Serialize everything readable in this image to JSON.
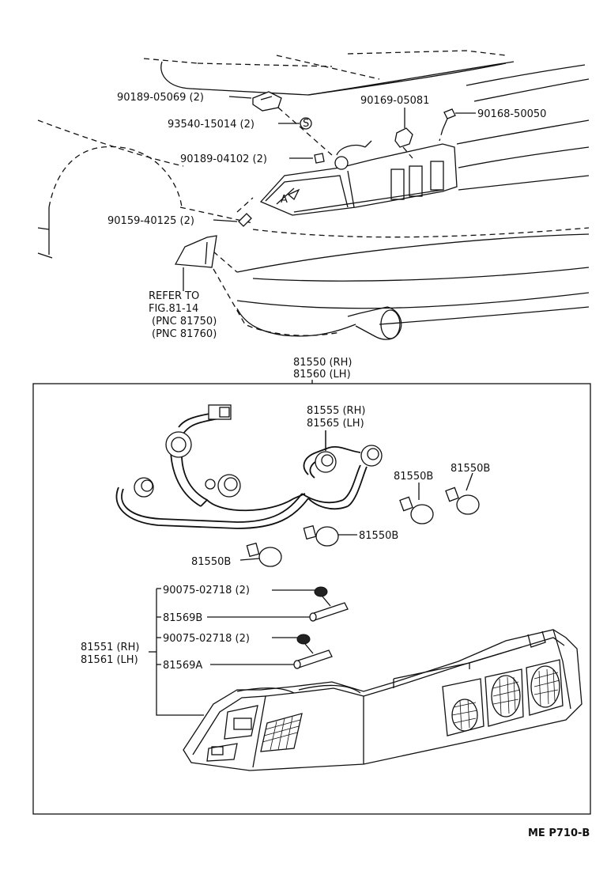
{
  "labels": {
    "p90189_05069": "90189-05069 (2)",
    "p93540_15014": "93540-15014 (2)",
    "p90189_04102": "90189-04102 (2)",
    "p90159_40125": "90159-40125 (2)",
    "p90169_05081": "90169-05081",
    "p90168_50050": "90168-50050",
    "refer_line1": "REFER TO",
    "refer_line2": "FIG.81-14",
    "refer_line3": "(PNC 81750)",
    "refer_line4": "(PNC 81760)",
    "assy_rh": "81550 (RH)",
    "assy_lh": "81560 (LH)",
    "socket_rh": "81555 (RH)",
    "socket_lh": "81565 (LH)",
    "bulb_a": "81550B",
    "bulb_b": "81550B",
    "bulb_c": "81550B",
    "bulb_d": "81550B",
    "screw_1": "90075-02718 (2)",
    "pin_b": "81569B",
    "screw_2": "90075-02718 (2)",
    "pin_a": "81569A",
    "lens_rh": "81551 (RH)",
    "lens_lh": "81561 (LH)"
  },
  "footer": {
    "ref_code": "ME  P710-B"
  }
}
